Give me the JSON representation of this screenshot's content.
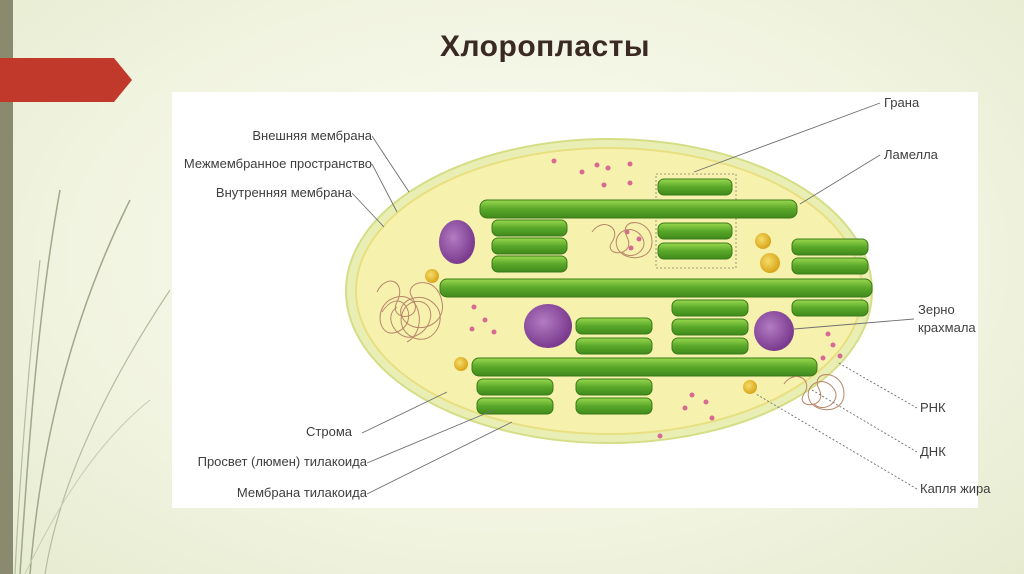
{
  "slide": {
    "title": "Хлоропласты"
  },
  "diagram": {
    "labels_left": {
      "outer_membrane": "Внешняя мембрана",
      "intermembrane_space": "Межмембранное пространство",
      "inner_membrane": "Внутренняя мембрана",
      "stroma": "Строма",
      "thylakoid_lumen": "Просвет (люмен) тилакоида",
      "thylakoid_membrane": "Мембрана тилакоида"
    },
    "labels_right": {
      "granum": "Грана",
      "lamella": "Ламелла",
      "starch_grain_line1": "Зерно",
      "starch_grain_line2": "крахмала",
      "rna": "РНК",
      "dna": "ДНК",
      "lipid_droplet": "Капля жира"
    }
  },
  "colors": {
    "title_arrow": "#c0392b",
    "left_strip": "#8a8a6e",
    "thylakoid_green": "#5aa82a",
    "thylakoid_highlight": "#8fd04a",
    "stroma_yellow": "#f7f0a8",
    "outer_membrane": "#dfe89a",
    "starch_purple": "#8e4aa0",
    "lipid_yellow": "#e5b825",
    "ribosome_pink": "#d66a94",
    "dna_brown": "#b8876a",
    "label_text": "#3e3e3e",
    "title_text": "#3b2a24"
  }
}
